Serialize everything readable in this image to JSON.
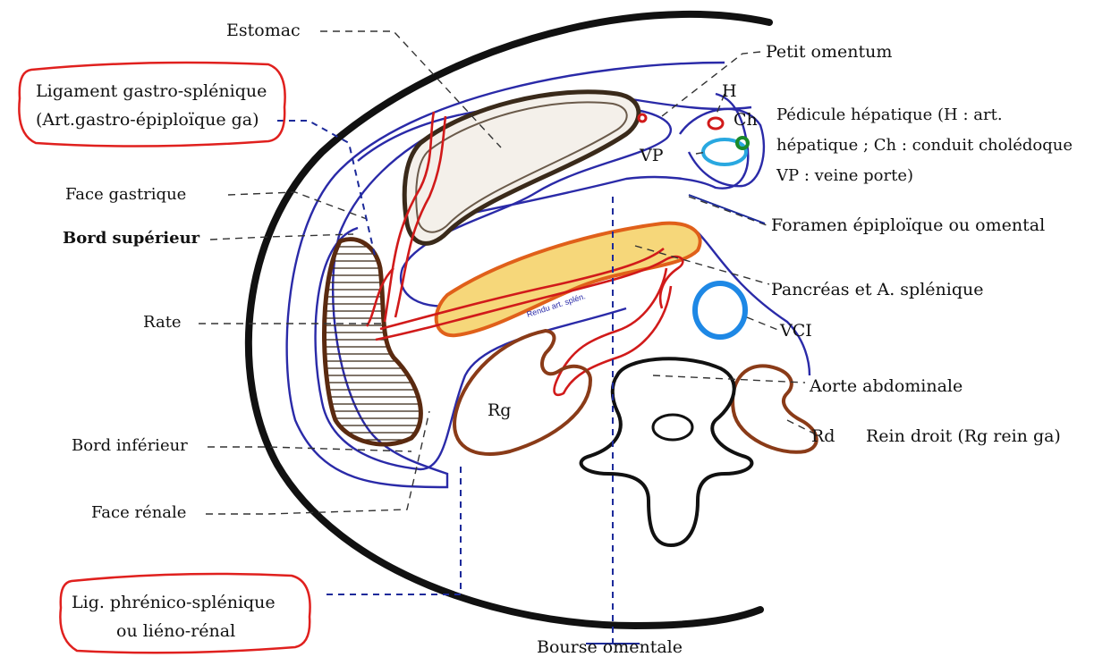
{
  "labels": {
    "estomac": "Estomac",
    "petit_omentum": "Petit omentum",
    "h": "H",
    "ch": "Ch",
    "vp": "VP",
    "pedicule_l1": "Pédicule hépatique (H : art.",
    "pedicule_l2": "hépatique ; Ch : conduit cholédoque",
    "pedicule_l3": "VP : veine porte)",
    "ligament_gs_l1": "Ligament gastro-splénique",
    "ligament_gs_l2": "(Art.gastro-épiploïque ga)",
    "face_gastrique": "Face gastrique",
    "bord_superieur": "Bord supérieur",
    "rate": "Rate",
    "foramen": "Foramen épiploïque ou omental",
    "pancreas": "Pancréas et A. splénique",
    "vci": "VCI",
    "aorte": "Aorte abdominale",
    "rg": "Rg",
    "rd": "Rd",
    "rein": "Rein droit (Rg rein ga)",
    "bord_inferieur": "Bord inférieur",
    "face_renale": "Face rénale",
    "lig_phrenico_l1": "Lig. phrénico-splénique",
    "lig_phrenico_l2": "ou liéno-rénal",
    "bourse": "Bourse omentale",
    "artery_scribble": "Rendu art. splén."
  },
  "colors": {
    "peritoneum": "#2a2aa8",
    "artery": "#d11a1a",
    "organ_outline": "#8a3b18",
    "pancreas_fill": "#f6d77a",
    "vein": "#1e88e5",
    "callout_border": "#e0201e",
    "leader_blue": "#1c2a9a"
  }
}
